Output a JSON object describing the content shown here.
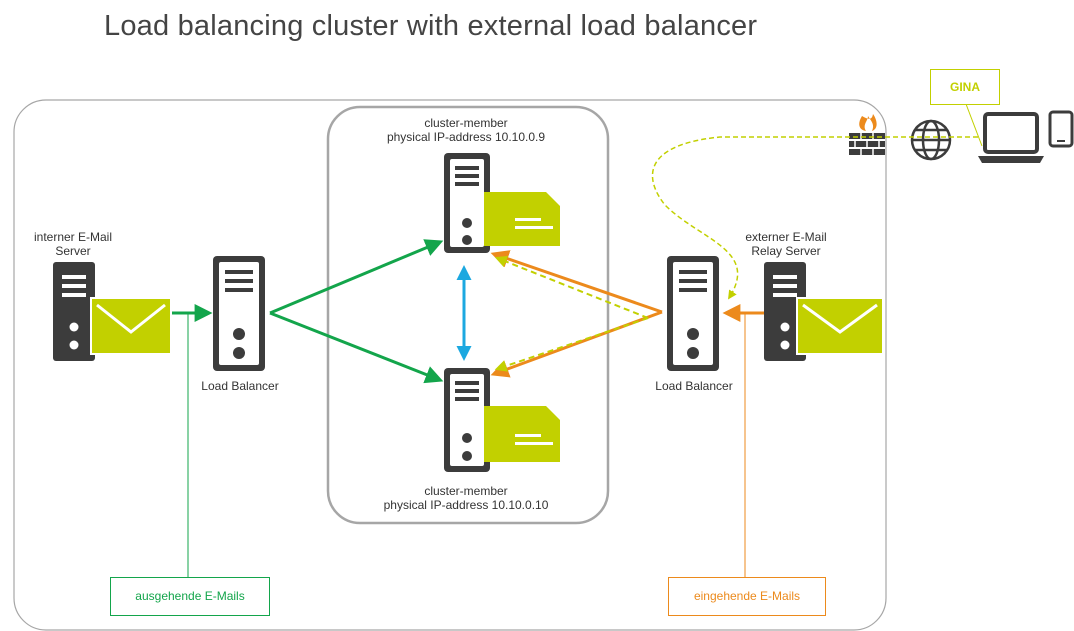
{
  "title": "Load balancing cluster with external load balancer",
  "cluster_top": {
    "line1": "cluster-member",
    "line2": "physical IP-address  10.10.0.9"
  },
  "cluster_bottom": {
    "line1": "cluster-member",
    "line2": "physical IP-address  10.10.0.10"
  },
  "internal_server": {
    "line1": "interner  E-Mail",
    "line2": "Server"
  },
  "external_server": {
    "line1": "externer  E-Mail",
    "line2": "Relay Server"
  },
  "lb_left": "Load Balancer",
  "lb_right": "Load Balancer",
  "outgoing": "ausgehende  E-Mails",
  "incoming": "eingehende  E-Mails",
  "gina": "GINA",
  "colors": {
    "green": "#13a54b",
    "orange": "#ec8a1c",
    "lime": "#c2d000",
    "blue": "#1ca8e0",
    "server": "#3c3c3c"
  }
}
